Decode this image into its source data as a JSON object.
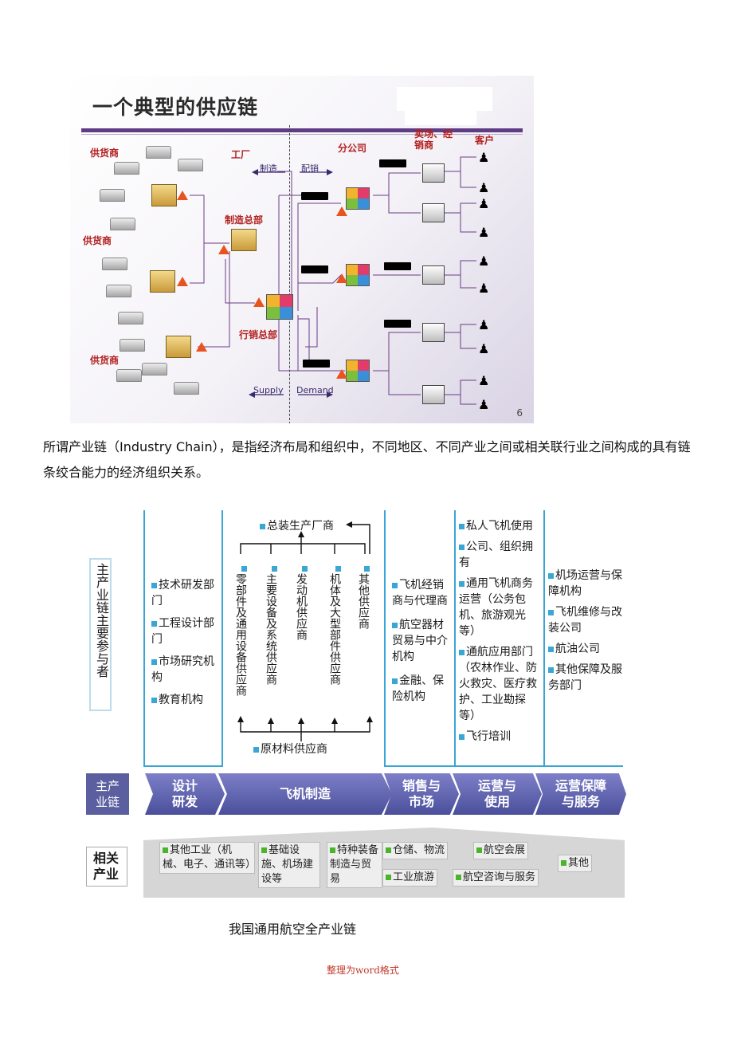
{
  "slide": {
    "title": "一个典型的供应链",
    "labels": {
      "supplier1": "供货商",
      "supplier2": "供货商",
      "supplier3": "供货商",
      "factory": "工厂",
      "mfg_hq": "制造总部",
      "marketing_hq": "行销总部",
      "branch": "分公司",
      "retailer": "卖场、经销商",
      "customer": "客户",
      "make": "制造",
      "distribute": "配销",
      "supply": "Supply",
      "demand": "Demand"
    },
    "page_number": "6"
  },
  "paragraph": "所谓产业链（Industry Chain），是指经济布局和组织中，不同地区、不同产业之间或相关联行业之间构成的具有链条绞合能力的经济组织关系。",
  "diagram": {
    "main_participants": "主产业链主要参与者",
    "design_items": [
      "技术研发部门",
      "工程设计部门",
      "市场研究机构",
      "教育机构"
    ],
    "assembler": "总装生产厂商",
    "raw_material": "原材料供应商",
    "mfg_vertical": [
      "零部件及通用设备供应商",
      "主要设备及系统供应商",
      "发动机供应商",
      "机体及大型部件供应商",
      "其他供应商"
    ],
    "sales_items": [
      "飞机经销商与代理商",
      "航空器材贸易与中介机构",
      "金融、保险机构"
    ],
    "ops_items": [
      "私人飞机使用",
      "公司、组织拥有",
      "通用飞机商务运营（公务包机、旅游观光等）",
      "通航应用部门（农林作业、防火救灾、医疗救护、工业勘探等）",
      "飞行培训"
    ],
    "support_items": [
      "机场运营与保障机构",
      "飞机维修与改装公司",
      "航油公司",
      "其他保障及服务部门"
    ],
    "chain_label": "主产业链",
    "chain": [
      "设计研发",
      "飞机制造",
      "销售与市场",
      "运营与使用",
      "运营保障与服务"
    ],
    "related_label": "相关产业",
    "related": [
      "其他工业（机械、电子、通讯等）",
      "基础设施、机场建设等",
      "特种装备制造与贸易",
      "仓储、物流",
      "航空会展",
      "工业旅游",
      "航空咨询与服务",
      "其他"
    ]
  },
  "caption": "我国通用航空全产业链",
  "footer": "整理为word格式"
}
